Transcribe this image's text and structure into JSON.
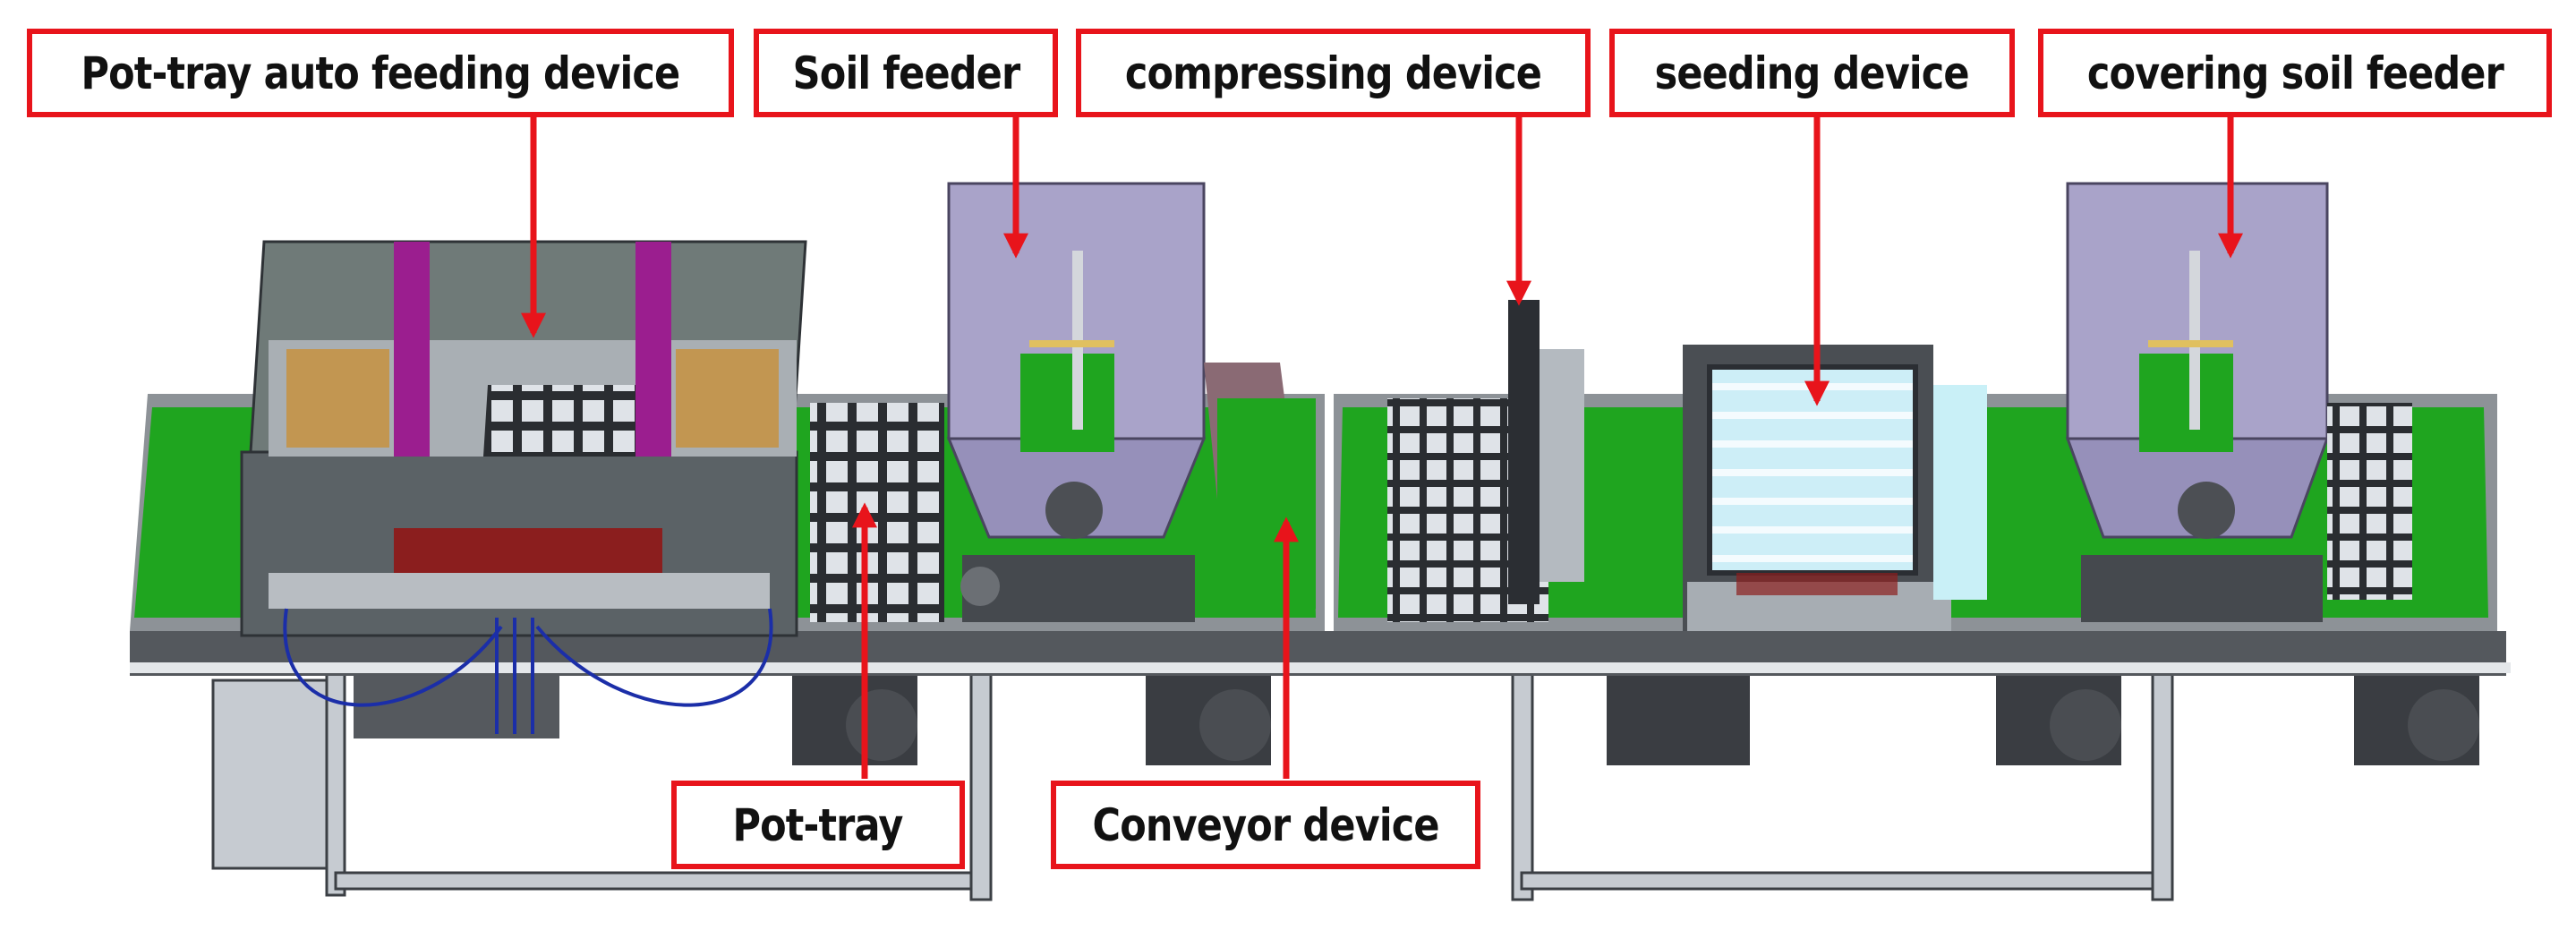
{
  "labels": {
    "pot_tray_auto_feeding": "Pot-tray auto feeding device",
    "soil_feeder": "Soil feeder",
    "compressing": "compressing device",
    "seeding": "seeding device",
    "covering_soil_feeder": "covering soil feeder",
    "pot_tray": "Pot-tray",
    "conveyor": "Conveyor device"
  },
  "colors": {
    "callout_border": "#e8141b",
    "arrow": "#e8141b",
    "belt": "#1fa51f",
    "hopper": "#a9a3c9",
    "frame": "#4f5256",
    "tray_grid": "#d8dde3",
    "magenta_plate": "#9b1e8f",
    "seeding_tray": "#b9e6f2"
  }
}
